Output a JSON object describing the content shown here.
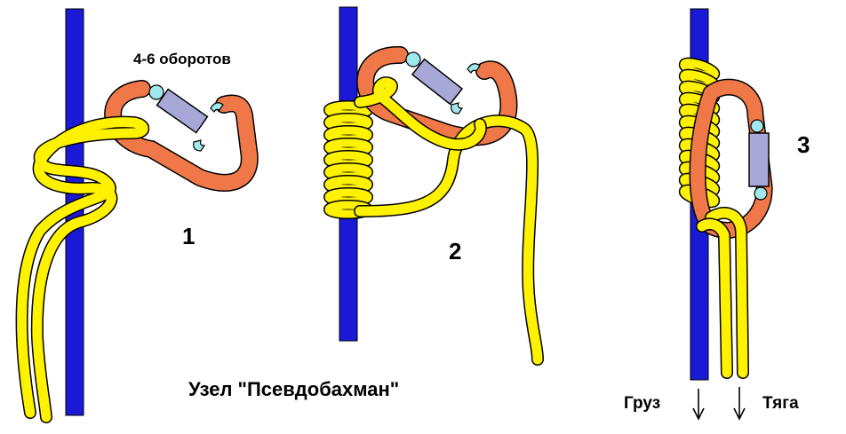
{
  "turns_note": "4-6 оборотов",
  "steps": [
    "1",
    "2",
    "3"
  ],
  "title": "Узел  \"Псевдобахман\"",
  "load_label": "Груз",
  "pull_label": "Тяга",
  "colors": {
    "main_rope": "#1a1ad6",
    "cord": "#fff200",
    "carabiner": "#f07848",
    "gate": "#a8a8d8",
    "hinge": "#9ee8ee",
    "outline": "#000000"
  }
}
